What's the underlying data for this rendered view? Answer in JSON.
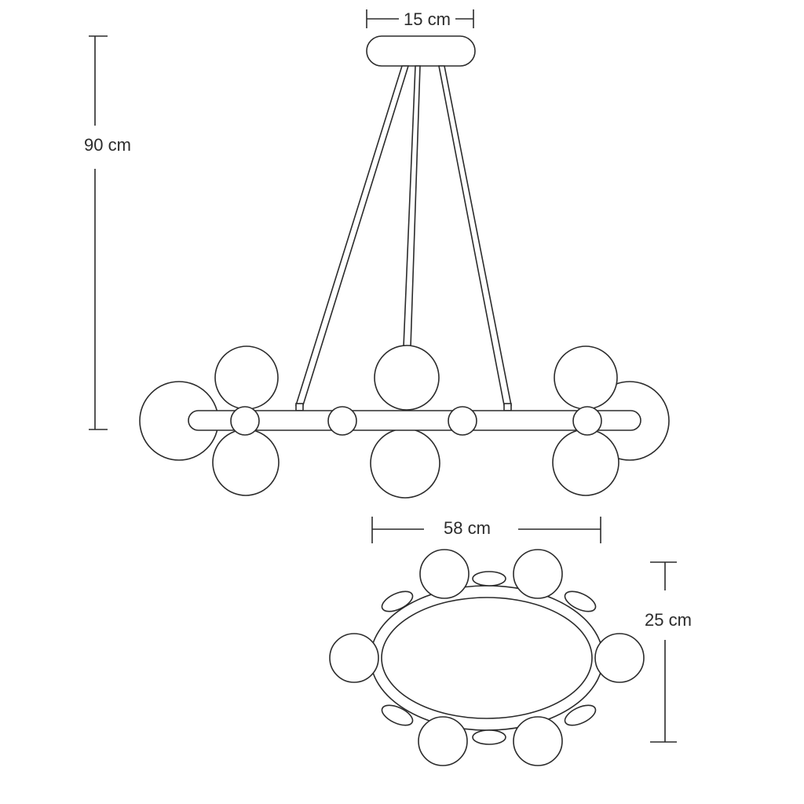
{
  "dimensions": {
    "canopy_width": "15 cm",
    "total_height": "90 cm",
    "fixture_width": "58 cm",
    "fixture_depth": "25 cm"
  },
  "views": [
    "front-elevation",
    "top-plan"
  ],
  "line_color": "#2b2b2b",
  "background_color": "#ffffff"
}
